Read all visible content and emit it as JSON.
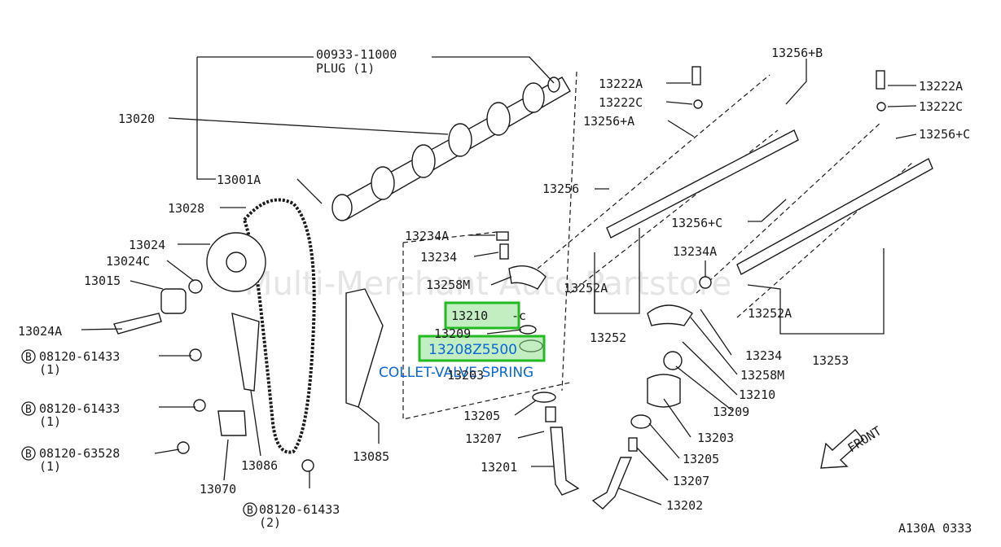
{
  "watermark": "Multi-Merchant Auto Partstore",
  "diagram_code": "A130A 0333",
  "front_label": "FRONT",
  "callouts": [
    {
      "id": "plug_no",
      "text": "00933-11000"
    },
    {
      "id": "plug_name",
      "text": "PLUG (1)"
    },
    {
      "id": "c13020",
      "text": "13020"
    },
    {
      "id": "c13001A",
      "text": "13001A"
    },
    {
      "id": "c13028",
      "text": "13028"
    },
    {
      "id": "c13024",
      "text": "13024"
    },
    {
      "id": "c13024C",
      "text": "13024C"
    },
    {
      "id": "c13015",
      "text": "13015"
    },
    {
      "id": "c13024A",
      "text": "13024A"
    },
    {
      "id": "b1",
      "text": "08120-61433"
    },
    {
      "id": "b1q",
      "text": "(1)"
    },
    {
      "id": "b2",
      "text": "08120-61433"
    },
    {
      "id": "b2q",
      "text": "(1)"
    },
    {
      "id": "b3",
      "text": "08120-63528"
    },
    {
      "id": "b3q",
      "text": "(1)"
    },
    {
      "id": "b4",
      "text": "08120-61433"
    },
    {
      "id": "b4q",
      "text": "(2)"
    },
    {
      "id": "c13086",
      "text": "13086"
    },
    {
      "id": "c13070",
      "text": "13070"
    },
    {
      "id": "c13085",
      "text": "13085"
    },
    {
      "id": "c13234A_l",
      "text": "13234A"
    },
    {
      "id": "c13234_l",
      "text": "13234"
    },
    {
      "id": "c13258M_l",
      "text": "13258M"
    },
    {
      "id": "c13209_l",
      "text": "13209"
    },
    {
      "id": "c13203_l",
      "text": "13203"
    },
    {
      "id": "c13205_l",
      "text": "13205"
    },
    {
      "id": "c13207_l",
      "text": "13207"
    },
    {
      "id": "c13201",
      "text": "13201"
    },
    {
      "id": "c13252A_l",
      "text": "13252A"
    },
    {
      "id": "c13252",
      "text": "13252"
    },
    {
      "id": "c13256",
      "text": "13256"
    },
    {
      "id": "c13222A_l",
      "text": "13222A"
    },
    {
      "id": "c13222C_l",
      "text": "13222C"
    },
    {
      "id": "c13256A",
      "text": "13256+A"
    },
    {
      "id": "c13256B",
      "text": "13256+B"
    },
    {
      "id": "c13222A_r",
      "text": "13222A"
    },
    {
      "id": "c13222C_r",
      "text": "13222C"
    },
    {
      "id": "c13256C_r",
      "text": "13256+C"
    },
    {
      "id": "c13256C_m",
      "text": "13256+C"
    },
    {
      "id": "c13234A_r",
      "text": "13234A"
    },
    {
      "id": "c13252A_r",
      "text": "13252A"
    },
    {
      "id": "c13234_r",
      "text": "13234"
    },
    {
      "id": "c13253",
      "text": "13253"
    },
    {
      "id": "c13258M_r",
      "text": "13258M"
    },
    {
      "id": "c13210_r",
      "text": "13210"
    },
    {
      "id": "c13209_r",
      "text": "13209"
    },
    {
      "id": "c13203_r",
      "text": "13203"
    },
    {
      "id": "c13205_r",
      "text": "13205"
    },
    {
      "id": "c13207_r",
      "text": "13207"
    },
    {
      "id": "c13202",
      "text": "13202"
    }
  ],
  "highlights": [
    {
      "id": "h13210",
      "text": "13210"
    },
    {
      "id": "h13208",
      "text": "13208Z5500"
    }
  ],
  "highlight_caption": "COLLET-VALVE SPRING",
  "colors": {
    "highlight_border": "#22bb22",
    "highlight_text": "#0a66d6",
    "line": "#1a1a1a"
  }
}
